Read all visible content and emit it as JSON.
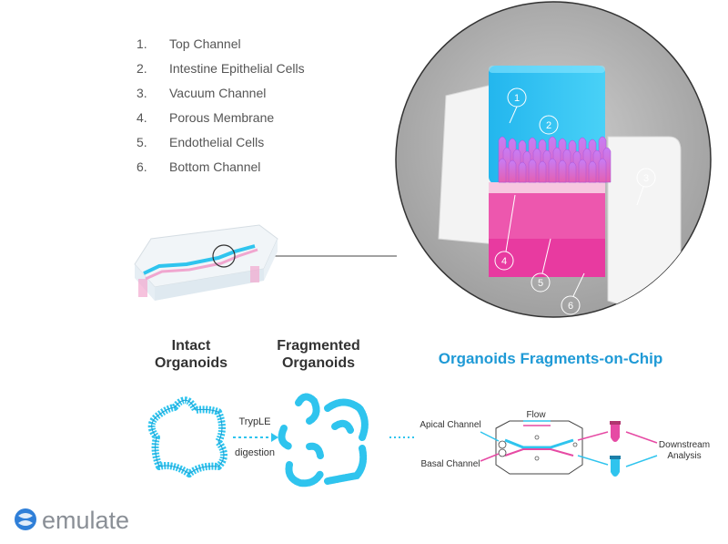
{
  "legend": {
    "items": [
      {
        "num": "1.",
        "label": "Top Channel"
      },
      {
        "num": "2.",
        "label": "Intestine Epithelial Cells"
      },
      {
        "num": "3.",
        "label": "Vacuum Channel"
      },
      {
        "num": "4.",
        "label": "Porous Membrane"
      },
      {
        "num": "5.",
        "label": "Endothelial Cells"
      },
      {
        "num": "6.",
        "label": "Bottom Channel"
      }
    ]
  },
  "callouts": [
    "1",
    "2",
    "3",
    "4",
    "5",
    "6"
  ],
  "headings": {
    "intact_line1": "Intact",
    "intact_line2": "Organoids",
    "fragmented_line1": "Fragmented",
    "fragmented_line2": "Organoids",
    "chip_title": "Organoids Fragments-on-Chip"
  },
  "process": {
    "reagent": "TrypLE",
    "step": "digestion",
    "apical": "Apical Channel",
    "basal": "Basal Channel",
    "flow": "Flow",
    "downstream_line1": "Downstream",
    "downstream_line2": "Analysis"
  },
  "brand": {
    "name": "emulate"
  },
  "colors": {
    "accent_blue": "#2fc4ee",
    "magenta": "#e64aa4",
    "purple": "#9b5ff0",
    "title_blue": "#1f9ad6"
  }
}
